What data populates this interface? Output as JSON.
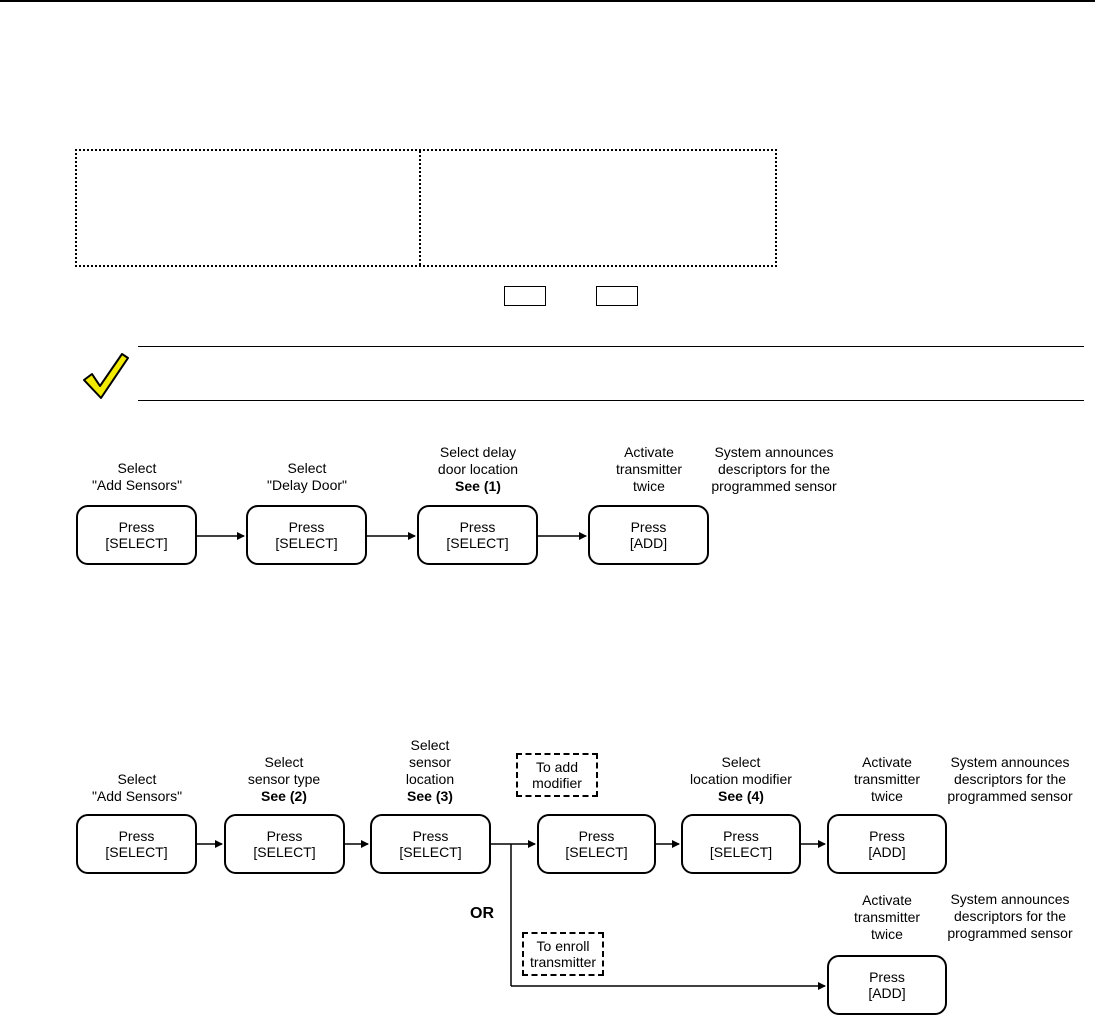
{
  "flow1": {
    "steps": [
      {
        "caption": [
          "Select",
          "\"Add Sensors\""
        ],
        "bold": "",
        "box": [
          "Press",
          "[SELECT]"
        ]
      },
      {
        "caption": [
          "Select",
          "\"Delay Door\""
        ],
        "bold": "",
        "box": [
          "Press",
          "[SELECT]"
        ]
      },
      {
        "caption": [
          "Select delay",
          "door location"
        ],
        "bold": "See (1)",
        "box": [
          "Press",
          "[SELECT]"
        ]
      },
      {
        "caption": [
          "Activate",
          "transmitter",
          "twice"
        ],
        "bold": "",
        "box": [
          "Press",
          "[ADD]"
        ]
      }
    ],
    "result": [
      "System announces",
      "descriptors for the",
      "programmed sensor"
    ]
  },
  "flow2": {
    "steps": [
      {
        "caption": [
          "Select",
          "\"Add Sensors\""
        ],
        "bold": "",
        "box": [
          "Press",
          "[SELECT]"
        ]
      },
      {
        "caption": [
          "Select",
          "sensor type"
        ],
        "bold": "See (2)",
        "box": [
          "Press",
          "[SELECT]"
        ]
      },
      {
        "caption": [
          "Select",
          "sensor",
          "location"
        ],
        "bold": "See (3)",
        "box": [
          "Press",
          "[SELECT]"
        ]
      },
      {
        "caption": [],
        "bold": "",
        "box": [
          "Press",
          "[SELECT]"
        ]
      },
      {
        "caption": [
          "Select",
          "location modifier"
        ],
        "bold": "See (4)",
        "box": [
          "Press",
          "[SELECT]"
        ]
      },
      {
        "caption": [
          "Activate",
          "transmitter",
          "twice"
        ],
        "bold": "",
        "box": [
          "Press",
          "[ADD]"
        ]
      }
    ],
    "add_modifier_note": [
      "To add",
      "modifier"
    ],
    "or_label": "OR",
    "enroll_note": [
      "To enroll",
      "transmitter"
    ],
    "alt_step": {
      "caption": [
        "Activate",
        "transmitter",
        "twice"
      ],
      "box": [
        "Press",
        "[ADD]"
      ]
    },
    "result": [
      "System announces",
      "descriptors for the",
      "programmed sensor"
    ],
    "alt_result": [
      "System announces",
      "descriptors for the",
      "programmed sensor"
    ]
  },
  "colors": {
    "checkmark_fill": "#f2ea00",
    "stroke": "#000000"
  },
  "icons": {
    "note": "checkmark-icon"
  }
}
